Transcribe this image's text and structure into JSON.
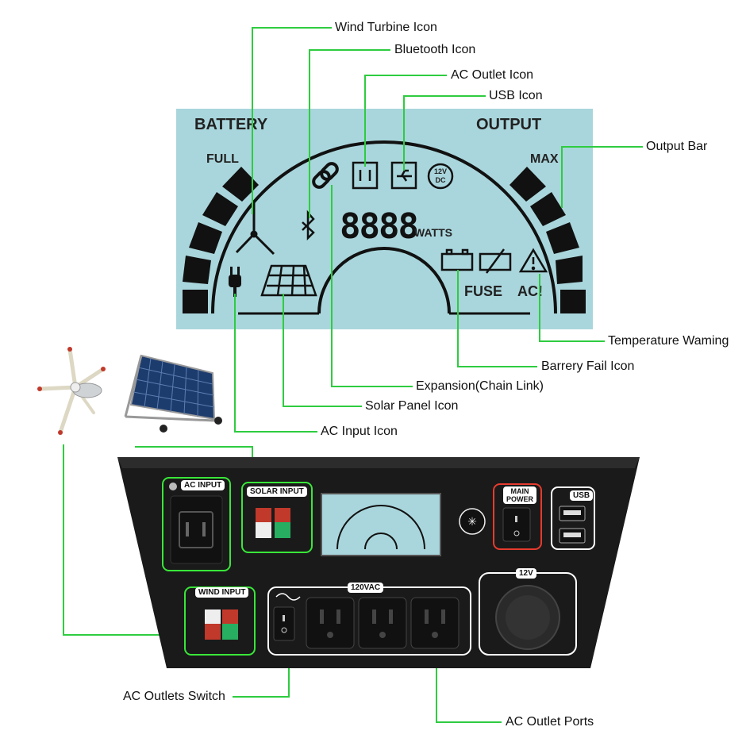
{
  "lcd": {
    "battery_label": "BATTERY",
    "output_label": "OUTPUT",
    "full_label": "FULL",
    "max_label": "MAX",
    "digits": "8888",
    "watts_label": "WATTS",
    "fuse_label": "FUSE",
    "ac_label": "AC!",
    "dc_badge_line1": "12V",
    "dc_badge_line2": "DC"
  },
  "callouts": {
    "wind_turbine": "Wind Turbine Icon",
    "bluetooth": "Bluetooth Icon",
    "ac_outlet": "AC Outlet Icon",
    "usb": "USB Icon",
    "output_bar": "Output Bar",
    "temperature": "Temperature Waming",
    "battery_fail": "Barrery Fail Icon",
    "expansion": "Expansion(Chain Link)",
    "solar_panel": "Solar Panel Icon",
    "ac_input": "AC Input Icon",
    "ac_outlets_switch": "AC Outlets Switch",
    "ac_outlet_ports": "AC Outlet Ports"
  },
  "panel": {
    "ac_input": "AC INPUT",
    "solar_input": "SOLAR INPUT",
    "wind_input": "WIND INPUT",
    "main_power_line1": "MAIN",
    "main_power_line2": "POWER",
    "usb": "USB",
    "vac": "120VAC",
    "dc12": "12V"
  },
  "colors": {
    "callout_line": "#2ecc40",
    "lcd_bg": "#a9d6dc",
    "panel_bg": "#1a1a1a",
    "highlight_green": "#39e639",
    "main_power_red": "#e63b2e"
  }
}
